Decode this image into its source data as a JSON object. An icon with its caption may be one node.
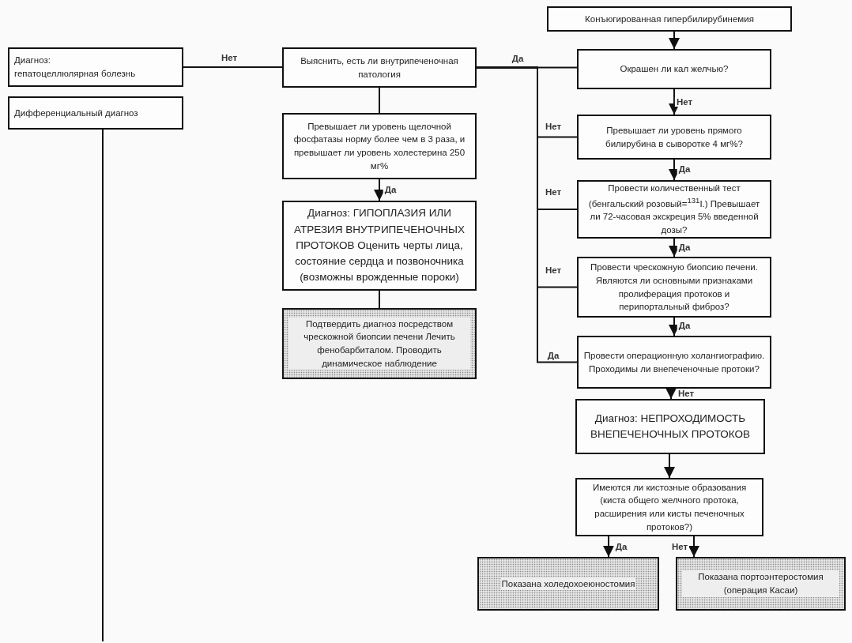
{
  "diagram": {
    "nodes": [
      {
        "text": [
          "Диагноз:",
          "гепатоцеллюлярная болезнь"
        ]
      },
      {
        "text": [
          "Дифференциальный диагноз"
        ]
      },
      {
        "text": [
          "Выяснить, есть ли внутрипеченочная патология"
        ]
      },
      {
        "text": [
          "Превышает ли уровень щелочной фосфатазы норму более чем в 3 раза, и превышает ли уровень холестерина 250 мг%"
        ]
      },
      {
        "text": [
          "Диагноз: ГИПОПЛАЗИЯ ИЛИ АТРЕЗИЯ ВНУТРИПЕЧЕНОЧНЫХ ПРОТОКОВ Оценить черты лица, состояние сердца и позвоночника (возможны врожденные пороки)"
        ]
      },
      {
        "text": [
          "Подтвердить диагноз посредством чрескожной биопсии печени Лечить фенобарбиталом. Проводить динамическое наблюдение"
        ]
      },
      {
        "text": [
          "Конъюгированная гипербилирубинемия"
        ]
      },
      {
        "text": [
          "Окрашен ли кал желчью?"
        ]
      },
      {
        "text": [
          "Превышает ли уровень прямого билирубина в сыворотке 4 мг%?"
        ]
      },
      {
        "text": [
          "Провести количественный тест (бенгальский розовый=$^{131}$I.) Превышает ли 72-часовая экскреция 5% введенной дозы?"
        ]
      },
      {
        "text": [
          "Провести чрескожную биопсию печени. Являются ли основными признаками пролиферация протоков и перипортальный фиброз?"
        ]
      },
      {
        "text": [
          "Провести операционную холангиографию. Проходимы ли внепеченочные протоки?"
        ]
      },
      {
        "text": [
          "Диагноз: НЕПРОХОДИМОСТЬ ВНЕПЕЧЕНОЧНЫХ ПРОТОКОВ"
        ]
      },
      {
        "text": [
          "Имеются ли кистозные образования (киста общего желчного протока, расширения или кисты печеночных протоков?)"
        ]
      },
      {
        "text": [
          "Показана холедохоеюностомия"
        ]
      },
      {
        "text": [
          "Показана портоэнтеростомия (операция Касаи)"
        ]
      }
    ],
    "edges": [
      {
        "from": 6,
        "to": 7,
        "arrow": "to"
      },
      {
        "from": 7,
        "to": 2,
        "label": "Да",
        "arrow": "none"
      },
      {
        "from": 2,
        "to": 0,
        "label": "Нет",
        "arrow": "none"
      },
      {
        "from": 7,
        "to": 8,
        "label": "Нет",
        "arrow": "to"
      },
      {
        "from": 8,
        "to": 2,
        "label": "Нет",
        "arrow": "none"
      },
      {
        "from": 9,
        "to": 2,
        "label": "Нет",
        "arrow": "none"
      },
      {
        "from": 10,
        "to": 2,
        "label": "Нет",
        "arrow": "none"
      },
      {
        "from": 11,
        "to": 2,
        "label": "Да",
        "arrow": "none"
      },
      {
        "from": 8,
        "to": 9,
        "label": "Да",
        "arrow": "to"
      },
      {
        "from": 9,
        "to": 10,
        "label": "Да",
        "arrow": "to"
      },
      {
        "from": 10,
        "to": 11,
        "label": "Да",
        "arrow": "to"
      },
      {
        "from": 11,
        "to": 12,
        "label": "Нет",
        "arrow": "to"
      },
      {
        "from": 12,
        "to": 13,
        "arrow": "to"
      },
      {
        "from": 13,
        "to": 14,
        "label": "Да",
        "arrow": "to"
      },
      {
        "from": 13,
        "to": 15,
        "label": "Нет",
        "arrow": "to"
      },
      {
        "from": 2,
        "to": 3,
        "arrow": "none"
      },
      {
        "from": 3,
        "to": 4,
        "label": "Да",
        "arrow": "to"
      },
      {
        "from": 4,
        "to": 5,
        "arrow": "none"
      },
      {
        "from": 1,
        "to": null,
        "arrow": "none"
      }
    ]
  }
}
